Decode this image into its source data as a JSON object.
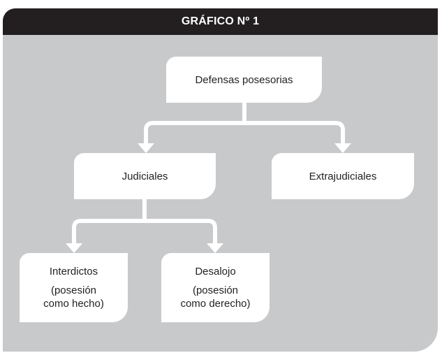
{
  "header": {
    "title": "GRÁFICO Nº 1"
  },
  "diagram": {
    "root": {
      "label": "Defensas posesorias"
    },
    "judiciales": {
      "label": "Judiciales"
    },
    "extrajudiciales": {
      "label": "Extrajudiciales"
    },
    "interdictos": {
      "label": "Interdictos",
      "sub_line1": "(posesión",
      "sub_line2": "como hecho)"
    },
    "desalojo": {
      "label": "Desalojo",
      "sub_line1": "(posesión",
      "sub_line2": "como derecho)"
    }
  },
  "colors": {
    "background": "#c8c9cb",
    "header": "#231f20",
    "node": "#ffffff",
    "text": "#231f20",
    "connector": "#ffffff"
  }
}
